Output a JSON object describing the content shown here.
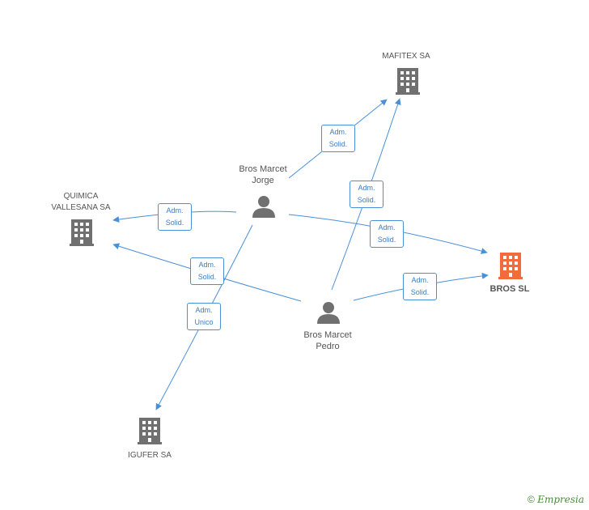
{
  "nodes": {
    "mafitex": {
      "label": "MAFITEX SA",
      "type": "company"
    },
    "quimica": {
      "label_line1": "QUIMICA",
      "label_line2": "VALLESANA SA",
      "type": "company"
    },
    "igufer": {
      "label": "IGUFER SA",
      "type": "company"
    },
    "bros": {
      "label": "BROS SL",
      "type": "company-focus"
    },
    "jorge": {
      "label_line1": "Bros Marcet",
      "label_line2": "Jorge",
      "type": "person"
    },
    "pedro": {
      "label_line1": "Bros Marcet",
      "label_line2": "Pedro",
      "type": "person"
    }
  },
  "edges": [
    {
      "from": "jorge",
      "to": "mafitex",
      "line1": "Adm.",
      "line2": "Solid."
    },
    {
      "from": "jorge",
      "to": "quimica",
      "line1": "Adm.",
      "line2": "Solid."
    },
    {
      "from": "jorge",
      "to": "bros",
      "line1": "Adm.",
      "line2": "Solid."
    },
    {
      "from": "jorge",
      "to": "igufer",
      "line1": "Adm.",
      "line2": "Unico"
    },
    {
      "from": "pedro",
      "to": "mafitex",
      "line1": "Adm.",
      "line2": "Solid."
    },
    {
      "from": "pedro",
      "to": "quimica",
      "line1": "Adm.",
      "line2": "Solid."
    },
    {
      "from": "pedro",
      "to": "bros",
      "line1": "Adm.",
      "line2": "Solid."
    }
  ],
  "colors": {
    "edge": "#4a90d9",
    "company_icon": "#707070",
    "focus_icon": "#f26b3a",
    "person_icon": "#707070"
  },
  "footer": {
    "copyright": "©",
    "brand": "Empresia"
  }
}
